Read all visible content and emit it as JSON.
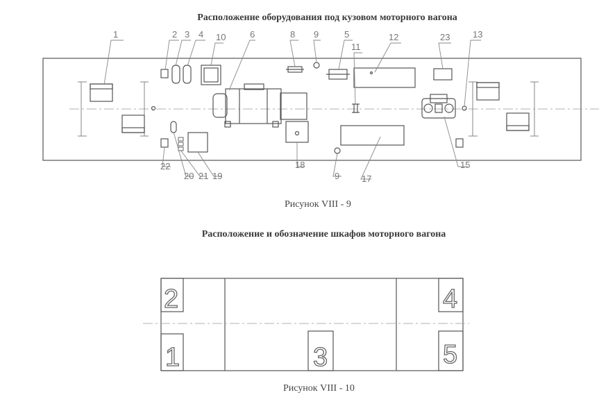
{
  "figure1": {
    "title": "Расположение оборудования под кузовом  моторного вагона",
    "caption": "Рисунок   VIII - 9",
    "labels": {
      "n1": "1",
      "n2": "2",
      "n3": "3",
      "n4": "4",
      "n5": "5",
      "n6": "6",
      "n8": "8",
      "n9a": "9",
      "n9b": "9",
      "n10": "10",
      "n11": "11",
      "n12": "12",
      "n13": "13",
      "n15": "15",
      "n17": "17",
      "n18": "18",
      "n19": "19",
      "n20": "20",
      "n21": "21",
      "n22": "22",
      "n23": "23"
    }
  },
  "figure2": {
    "title": "Расположение и обозначение шкафов моторного вагона",
    "caption": "Рисунок   VIII - 10",
    "cabinets": {
      "c1": "1",
      "c2": "2",
      "c3": "3",
      "c4": "4",
      "c5": "5"
    }
  },
  "colors": {
    "line": "#555555",
    "label": "#777777",
    "title": "#3a3a3a"
  }
}
